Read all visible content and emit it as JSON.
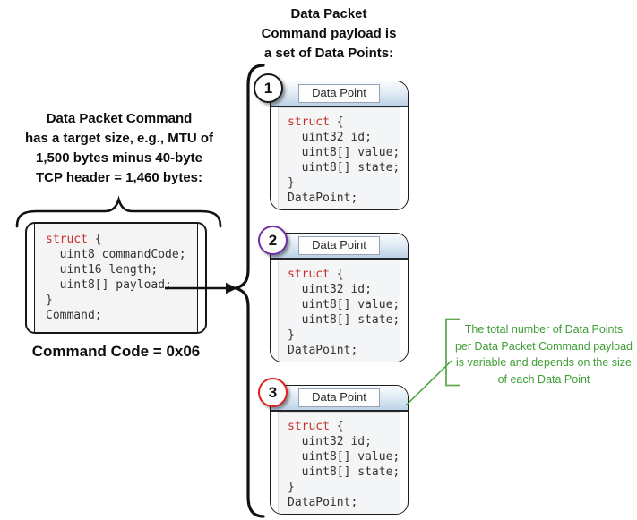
{
  "title": {
    "lines": [
      "Data Packet",
      "Command payload is",
      "a set of Data Points:"
    ]
  },
  "left_note": {
    "lines": [
      "Data Packet Command",
      "has a target size, e.g., MTU of",
      "1,500 bytes minus 40-byte",
      "TCP header = 1,460 bytes:"
    ]
  },
  "command_box": {
    "code": {
      "keyword": "struct",
      "brace_open": " {",
      "fields": [
        "  uint8 commandCode;",
        "  uint16 length;",
        "  uint8[] payload;"
      ],
      "brace_close": "}",
      "type_name": "Command;"
    },
    "caption": "Command Code = 0x06"
  },
  "data_points": {
    "header_label": "Data Point",
    "code": {
      "keyword": "struct",
      "brace_open": " {",
      "fields": [
        "  uint32 id;",
        "  uint8[] value;",
        "  uint8[] state;"
      ],
      "brace_close": "}",
      "type_name": "DataPoint;"
    },
    "items": [
      {
        "number": "1",
        "badge_color": "#1a1a1a"
      },
      {
        "number": "2",
        "badge_color": "#7030a0"
      },
      {
        "number": "3",
        "badge_color": "#e0201d"
      }
    ]
  },
  "annotation": {
    "lines": [
      "The total number of Data Points",
      "per Data Packet Command payload",
      "is variable and depends on the size",
      "of each Data Point"
    ],
    "color": "#3f9e35"
  },
  "colors": {
    "keyword_red": "#c7302b",
    "card_header_gradient_top": "#f9fcfe",
    "card_header_gradient_bottom": "#bdd2e6",
    "annotation_green": "#3f9e35",
    "badge_purple": "#7030a0",
    "badge_red": "#e0201d"
  }
}
